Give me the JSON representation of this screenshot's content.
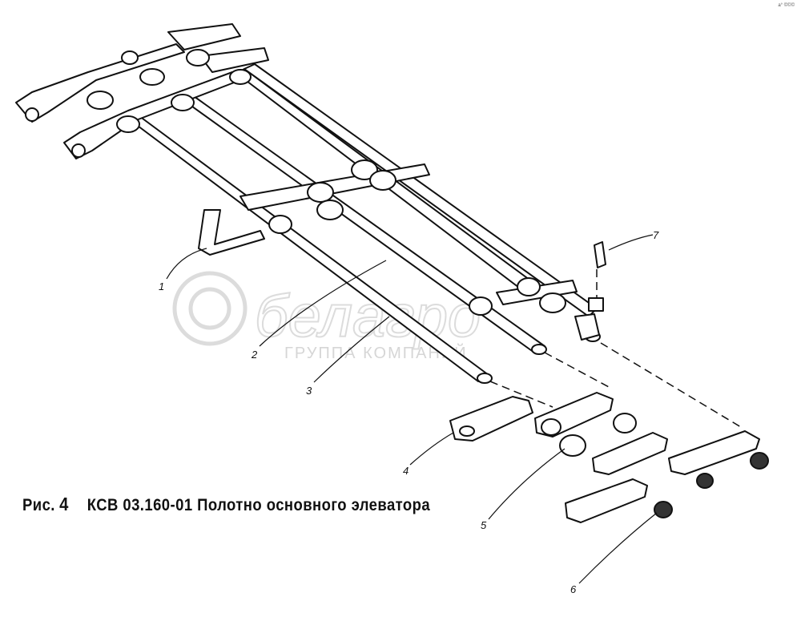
{
  "figure": {
    "caption_prefix": "Рис.",
    "caption_number": "4",
    "caption_text": "КСВ 03.160-01 Полотно основного элеватора",
    "corner_mark": "a° ©©©"
  },
  "watermark": {
    "brand": "белагро",
    "subtitle": "ГРУППА КОМПАНИЙ"
  },
  "callouts": [
    "1",
    "2",
    "3",
    "4",
    "5",
    "6",
    "7"
  ],
  "colors": {
    "line": "#111111",
    "watermark": "#d9d9d9"
  }
}
